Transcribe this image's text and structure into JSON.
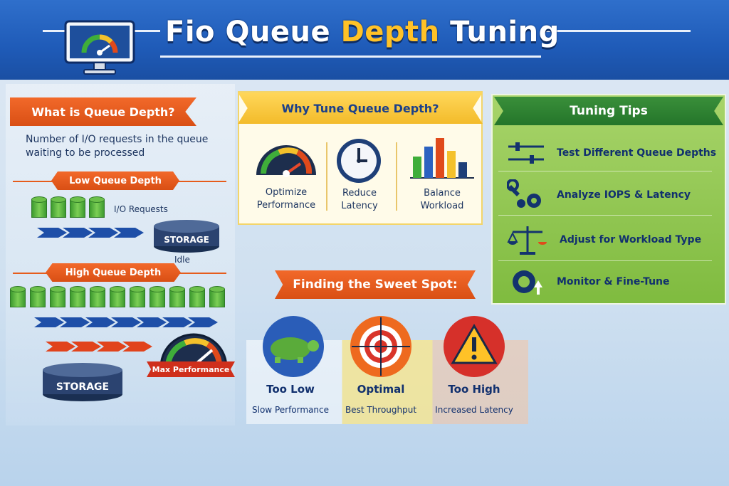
{
  "header": {
    "title_pre": "Fio Queue ",
    "title_accent": "Depth",
    "title_post": " Tuning",
    "icon": "speedometer-monitor-icon"
  },
  "what_is": {
    "heading": "What is Queue Depth?",
    "description_line1": "Number of I/O requests in the queue",
    "description_line2": "waiting to be processed"
  },
  "low_qd": {
    "heading": "Low Queue Depth",
    "requests_label": "I/O Requests",
    "storage_label": "STORAGE",
    "state_label": "Idle"
  },
  "high_qd": {
    "heading": "High Queue Depth",
    "storage_label": "STORAGE",
    "gauge_label": "Max Performance"
  },
  "why_tune": {
    "heading": "Why Tune Queue Depth?",
    "items": [
      {
        "line1": "Optimize",
        "line2": "Performance",
        "icon": "gauge-icon"
      },
      {
        "line1": "Reduce",
        "line2": "Latency",
        "icon": "clock-icon"
      },
      {
        "line1": "Balance",
        "line2": "Workload",
        "icon": "bar-chart-icon"
      }
    ]
  },
  "tips": {
    "heading": "Tuning Tips",
    "items": [
      {
        "label": "Test Different Queue Depths",
        "icon": "sliders-icon"
      },
      {
        "label": "Analyze IOPS & Latency",
        "icon": "wrench-gear-icon"
      },
      {
        "label": "Adjust for Workload Type",
        "icon": "balance-scale-icon"
      },
      {
        "label": "Monitor & Fine-Tune",
        "icon": "gear-arrow-icon"
      }
    ]
  },
  "sweet_spot": {
    "heading": "Finding the Sweet Spot:",
    "options": [
      {
        "title": "Too Low",
        "subtitle": "Slow Performance",
        "icon": "turtle-icon"
      },
      {
        "title": "Optimal",
        "subtitle": "Best Throughput",
        "icon": "target-icon"
      },
      {
        "title": "Too High",
        "subtitle": "Increased Latency",
        "icon": "warning-icon"
      }
    ]
  },
  "colors": {
    "header_blue": "#1f5bb8",
    "accent_orange": "#e65c1c",
    "accent_yellow": "#ffc227",
    "tips_green": "#8cc44e",
    "text_navy": "#11306e"
  }
}
